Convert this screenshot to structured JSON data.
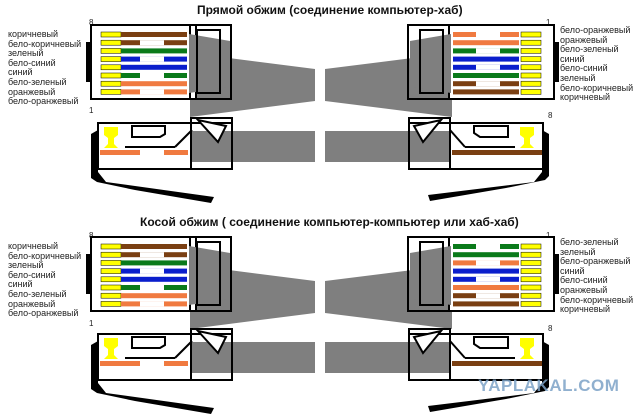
{
  "sections": [
    {
      "title": "Прямой обжим (соединение компьютер-хаб)",
      "left_pin_top": "8",
      "left_pin_bottom": "1",
      "right_pin_top": "1",
      "right_pin_bottom": "8",
      "left_labels": [
        "коричневый",
        "бело-коричневый",
        "зеленый",
        "бело-синий",
        "синий",
        "бело-зеленый",
        "оранжевый",
        "бело-оранжевый"
      ],
      "right_labels": [
        "бело-оранжевый",
        "оранжевый",
        "бело-зеленый",
        "синий",
        "бело-синий",
        "зеленый",
        "бело-коричневый",
        "коричневый"
      ],
      "left_wires": [
        [
          "#7a3f12",
          "solid"
        ],
        [
          "#7a3f12",
          "striped"
        ],
        [
          "#0a7a1a",
          "solid"
        ],
        [
          "#0a1ecc",
          "striped"
        ],
        [
          "#0a1ecc",
          "solid"
        ],
        [
          "#0a7a1a",
          "striped"
        ],
        [
          "#f07a40",
          "solid"
        ],
        [
          "#f07a40",
          "striped"
        ]
      ],
      "right_wires": [
        [
          "#f07a40",
          "striped"
        ],
        [
          "#f07a40",
          "solid"
        ],
        [
          "#0a7a1a",
          "striped"
        ],
        [
          "#0a1ecc",
          "solid"
        ],
        [
          "#0a1ecc",
          "striped"
        ],
        [
          "#0a7a1a",
          "solid"
        ],
        [
          "#7a3f12",
          "striped"
        ],
        [
          "#7a3f12",
          "solid"
        ]
      ],
      "left_side_wire": "#f07a40",
      "right_side_wire": "#7a3f12"
    },
    {
      "title": "Косой обжим ( соединение компьютер-компьютер или хаб-хаб)",
      "left_pin_top": "8",
      "left_pin_bottom": "1",
      "right_pin_top": "1",
      "right_pin_bottom": "8",
      "left_labels": [
        "коричневый",
        "бело-коричневый",
        "зеленый",
        "бело-синий",
        "синий",
        "бело-зеленый",
        "оранжевый",
        "бело-оранжевый"
      ],
      "right_labels": [
        "бело-зеленый",
        "зеленый",
        "бело-оранжевый",
        "синий",
        "бело-синий",
        "оранжевый",
        "бело-коричневый",
        "коричневый"
      ],
      "left_wires": [
        [
          "#7a3f12",
          "solid"
        ],
        [
          "#7a3f12",
          "striped"
        ],
        [
          "#0a7a1a",
          "solid"
        ],
        [
          "#0a1ecc",
          "striped"
        ],
        [
          "#0a1ecc",
          "solid"
        ],
        [
          "#0a7a1a",
          "striped"
        ],
        [
          "#f07a40",
          "solid"
        ],
        [
          "#f07a40",
          "striped"
        ]
      ],
      "right_wires": [
        [
          "#0a7a1a",
          "striped"
        ],
        [
          "#0a7a1a",
          "solid"
        ],
        [
          "#f07a40",
          "striped"
        ],
        [
          "#0a1ecc",
          "solid"
        ],
        [
          "#0a1ecc",
          "striped"
        ],
        [
          "#f07a40",
          "solid"
        ],
        [
          "#7a3f12",
          "striped"
        ],
        [
          "#7a3f12",
          "solid"
        ]
      ],
      "left_side_wire": "#f07a40",
      "right_side_wire": "#7a3f12"
    }
  ],
  "colors": {
    "cable_gray": "#7f7f7f",
    "contact_yellow": "#ffff00",
    "outline": "#000000"
  },
  "watermark": "YAPLAKAL.COM"
}
